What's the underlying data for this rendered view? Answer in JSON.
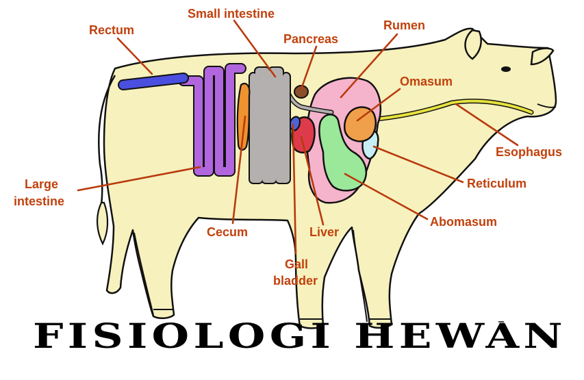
{
  "diagram": {
    "banner_title": "FISIOLOGI HEWAN",
    "labels": {
      "rectum": "Rectum",
      "small_intestine": "Small intestine",
      "pancreas": "Pancreas",
      "rumen": "Rumen",
      "omasum": "Omasum",
      "esophagus": "Esophagus",
      "reticulum": "Reticulum",
      "abomasum": "Abomasum",
      "liver": "Liver",
      "gall_bladder_line1": "Gall",
      "gall_bladder_line2": "bladder",
      "cecum": "Cecum",
      "large_intestine_line1": "Large",
      "large_intestine_line2": "intestine"
    }
  },
  "colors": {
    "body_fill": "#f6f1bd",
    "outline": "#111111",
    "label_text": "#c1410d",
    "leader_line": "#b93a0c",
    "rectum": "#4a4fe0",
    "large_intestine": "#b166dd",
    "small_intestine": "#b4b0b0",
    "cecum": "#ef9230",
    "pancreas": "#8a4f2c",
    "rumen": "#f6b3cc",
    "abomasum": "#9be89b",
    "omasum": "#f0a04a",
    "reticulum": "#c6eef4",
    "liver": "#dd3b4b",
    "gall_bladder": "#4d63d6",
    "esophagus": "#e6e23c"
  }
}
